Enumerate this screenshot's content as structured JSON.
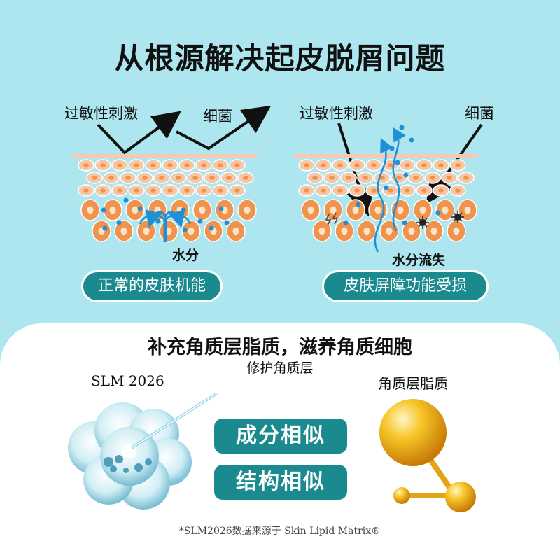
{
  "title": "从根源解决起皮脱屑问题",
  "left_panel": {
    "label_allergy": "过敏性刺激",
    "label_bacteria": "细菌",
    "label_water": "水分",
    "pill": "正常的皮肤机能"
  },
  "right_panel": {
    "label_allergy": "过敏性刺激",
    "label_bacteria": "细菌",
    "label_water_loss": "水分流失",
    "pill": "皮肤屏障功能受损"
  },
  "card": {
    "heading": "补充角质层脂质，滋养角质细胞",
    "subheading": "修护角质层",
    "left_label": "SLM 2026",
    "right_label": "角质层脂质",
    "button_1": "成分相似",
    "button_2": "结构相似",
    "footnote": "*SLM2026数据来源于 Skin Lipid Matrix®"
  },
  "colors": {
    "background": "#aee6ef",
    "teal": "#1a8a8f",
    "cell_orange": "#f0934c",
    "cell_light": "#f6c7a6",
    "water_blue": "#1f8fd8",
    "gold": "#f3b41a"
  },
  "icons": [
    "arrow-icon",
    "water-droplet-icon",
    "lightning-icon",
    "germ-icon",
    "serum-sphere-icon",
    "molecule-icon"
  ]
}
